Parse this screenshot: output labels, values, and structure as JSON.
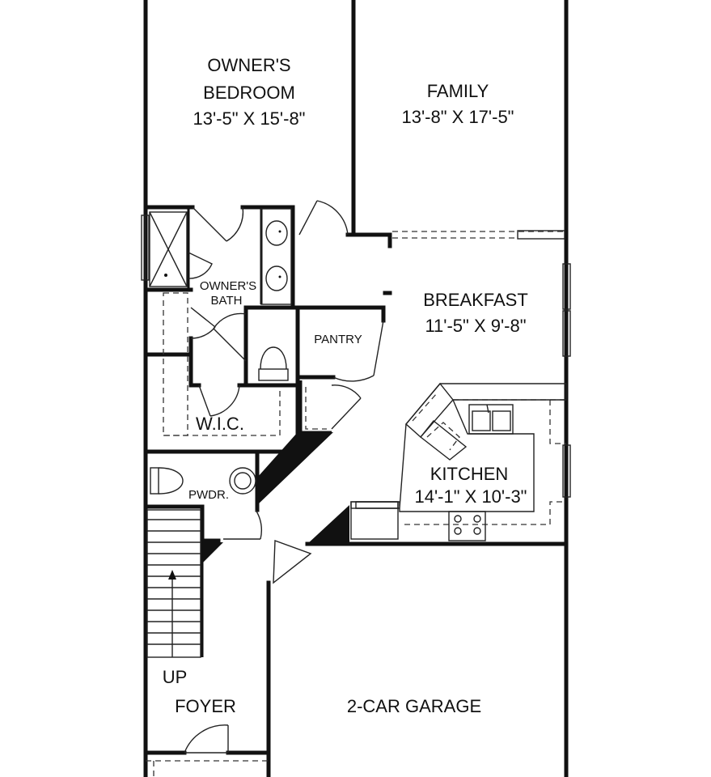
{
  "rooms": {
    "owners_bedroom": {
      "name_line1": "OWNER'S",
      "name_line2": "BEDROOM",
      "dims": "13'-5\" X 15'-8\""
    },
    "family": {
      "name": "FAMILY",
      "dims": "13'-8\" X 17'-5\""
    },
    "owners_bath": {
      "name_line1": "OWNER'S",
      "name_line2": "BATH"
    },
    "breakfast": {
      "name": "BREAKFAST",
      "dims": "11'-5\" X 9'-8\""
    },
    "pantry": {
      "name": "PANTRY"
    },
    "wic": {
      "name": "W.I.C."
    },
    "kitchen": {
      "name": "KITCHEN",
      "dims": "14'-1\" X 10'-3\""
    },
    "powder": {
      "name": "PWDR."
    },
    "stairs": {
      "label": "UP"
    },
    "foyer": {
      "name": "FOYER"
    },
    "garage": {
      "name": "2-CAR GARAGE"
    }
  }
}
